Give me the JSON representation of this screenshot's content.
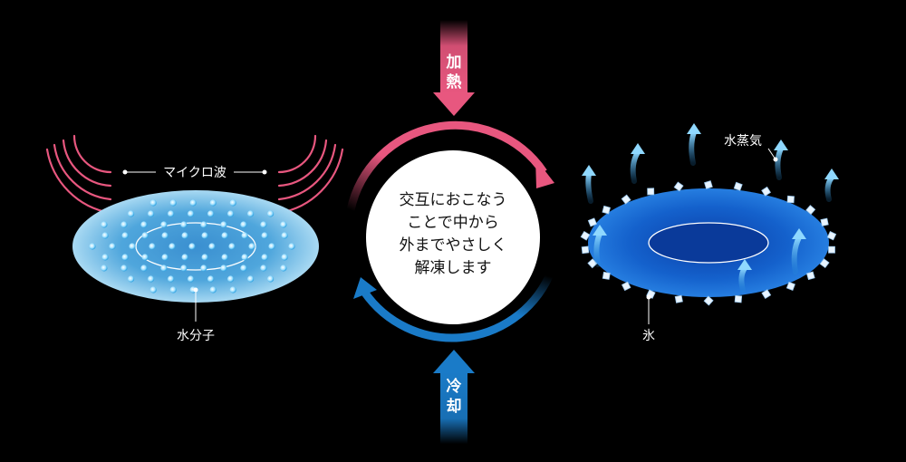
{
  "left_panel": {
    "microwave_label": "マイクロ波",
    "water_molecule_label": "水分子"
  },
  "center": {
    "lines": [
      "交互におこなう",
      "ことで中から",
      "外までやさしく",
      "解凍します"
    ],
    "heating": {
      "chars": [
        "加",
        "熱"
      ]
    },
    "cooling": {
      "chars": [
        "冷",
        "却"
      ]
    }
  },
  "right_panel": {
    "steam_label": "水蒸気",
    "ice_label": "氷"
  },
  "colors": {
    "heating": "#e8577f",
    "cooling": "#1a7bc8",
    "water": "#7fd0f0",
    "ice": "#1e6fd6"
  }
}
